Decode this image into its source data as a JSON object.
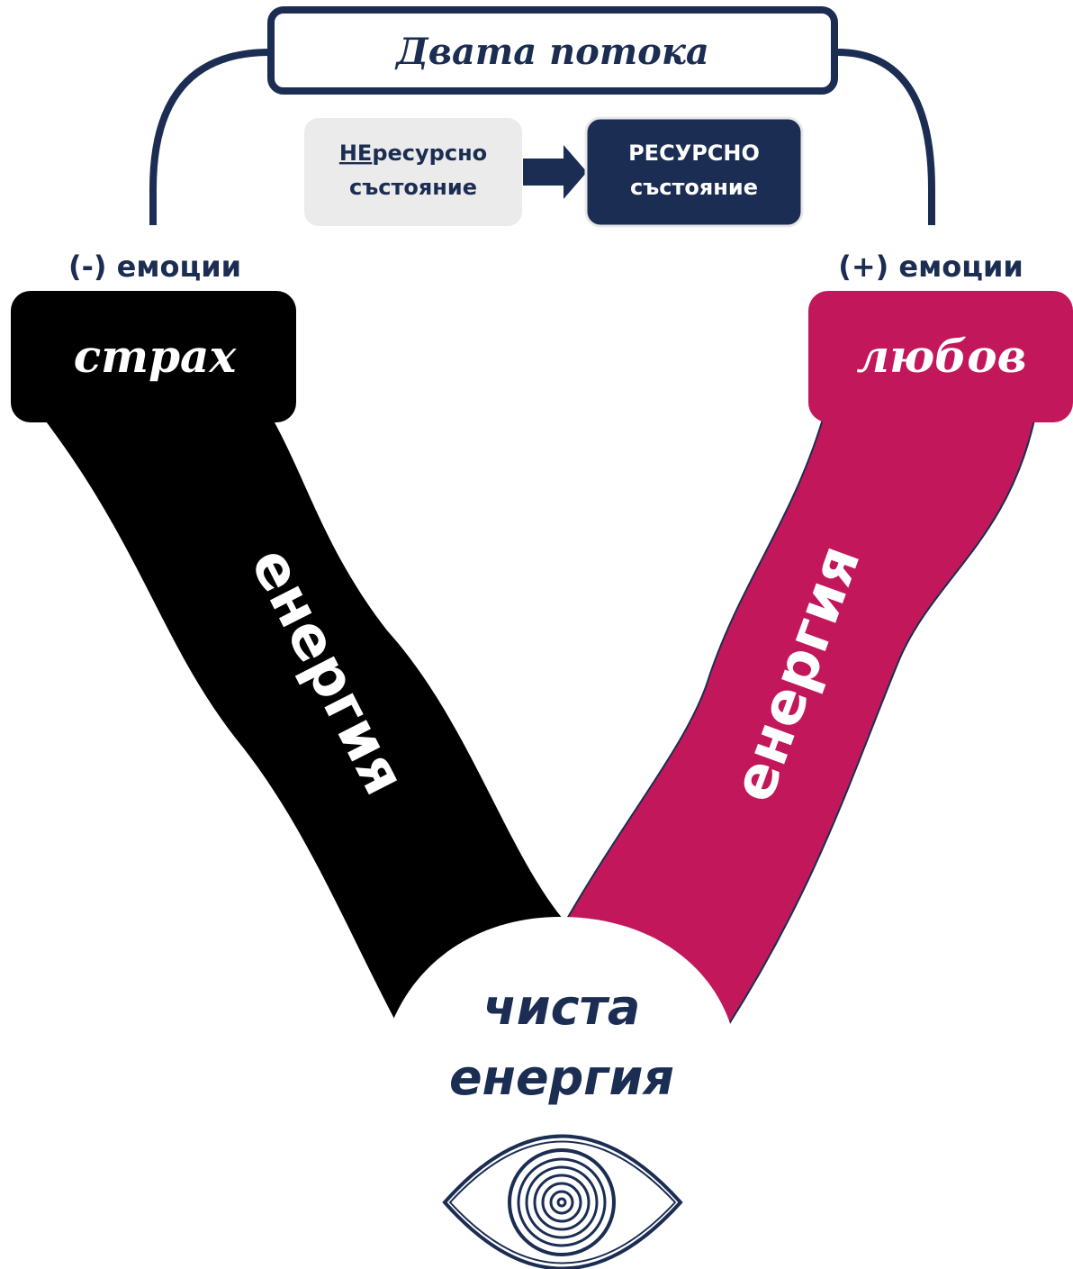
{
  "title": "Двата потока",
  "states": {
    "from": {
      "prefix": "НЕ",
      "rest": "ресурсно",
      "line2": "състояние"
    },
    "to": {
      "line1": "РЕСУРСНО",
      "line2": "състояние"
    }
  },
  "negative": {
    "label": "(-) емоции",
    "word": "страх",
    "stream": "енергия"
  },
  "positive": {
    "label": "(+) емоции",
    "word": "любов",
    "stream": "енергия"
  },
  "center": {
    "line1": "чиста",
    "line2": "енергия"
  },
  "icons": {
    "eye": "spiral-eye-icon",
    "arrow": "arrow-right-icon"
  },
  "colors": {
    "navy": "#1b2d52",
    "black": "#000000",
    "magenta": "#c2185b",
    "light_box": "#ebebeb"
  }
}
